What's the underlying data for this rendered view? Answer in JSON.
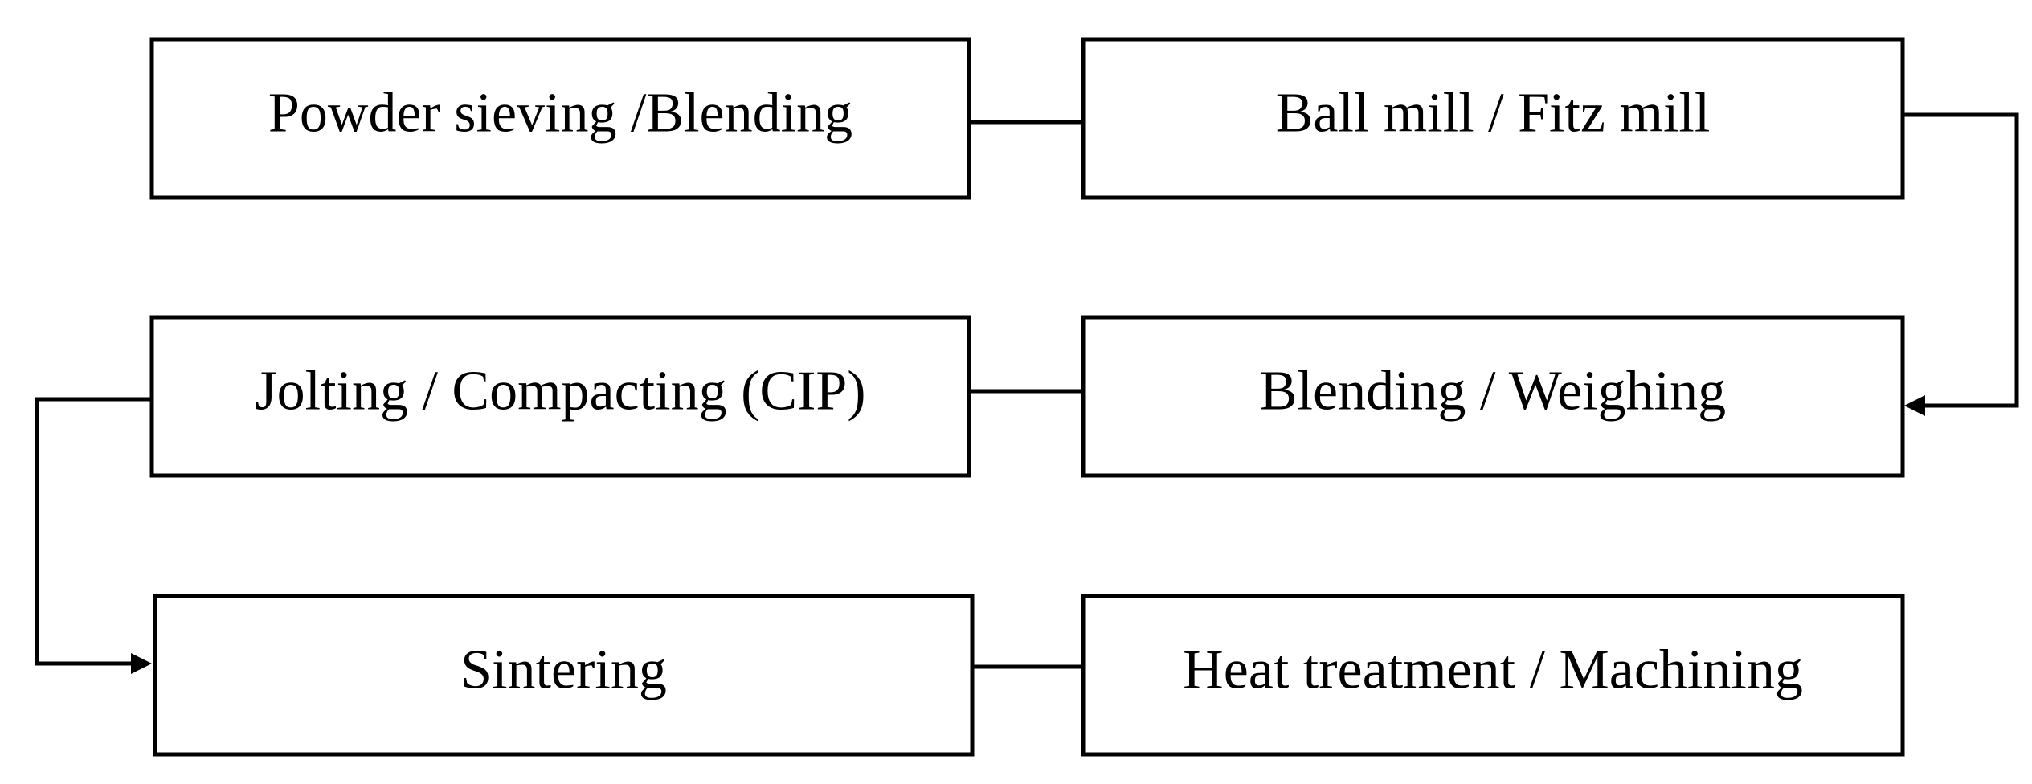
{
  "diagram": {
    "type": "process-flowchart",
    "line_color": "#000000",
    "background_color": "#ffffff",
    "steps": [
      {
        "id": "powder-sieving",
        "label": "Powder sieving /Blending"
      },
      {
        "id": "ball-mill",
        "label": "Ball mill / Fitz mill"
      },
      {
        "id": "blending-weighing",
        "label": "Blending / Weighing"
      },
      {
        "id": "jolting-compacting",
        "label": "Jolting / Compacting (CIP)"
      },
      {
        "id": "sintering",
        "label": "Sintering"
      },
      {
        "id": "heat-treatment",
        "label": "Heat treatment / Machining"
      }
    ],
    "connections": [
      {
        "from": "powder-sieving",
        "to": "ball-mill",
        "style": "line"
      },
      {
        "from": "ball-mill",
        "to": "blending-weighing",
        "style": "arrow"
      },
      {
        "from": "blending-weighing",
        "to": "jolting-compacting",
        "style": "line"
      },
      {
        "from": "jolting-compacting",
        "to": "sintering",
        "style": "arrow"
      },
      {
        "from": "sintering",
        "to": "heat-treatment",
        "style": "line"
      }
    ]
  }
}
